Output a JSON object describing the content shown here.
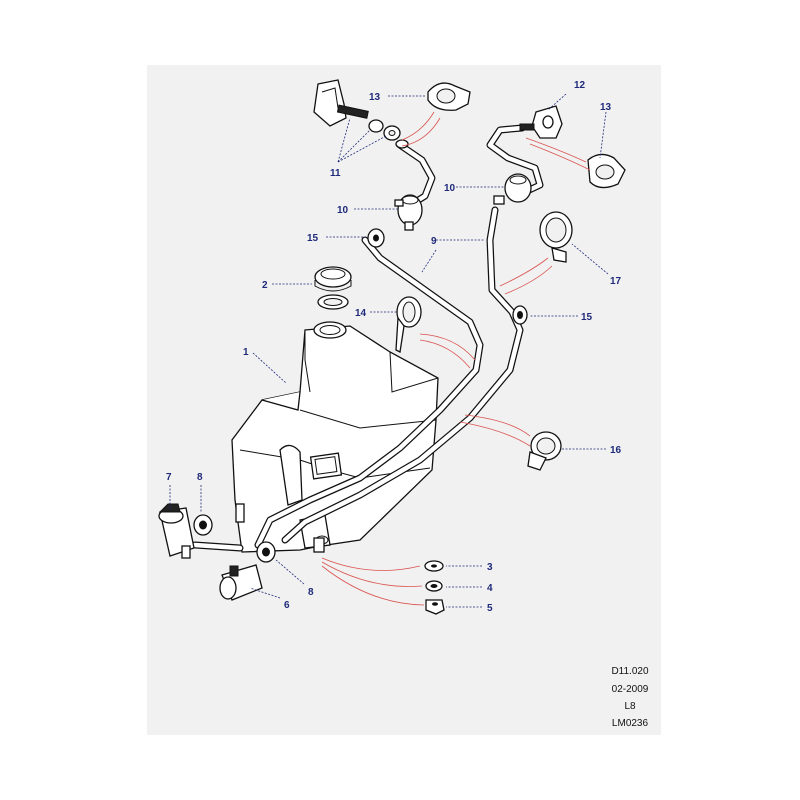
{
  "callouts": [
    {
      "number": "1"
    },
    {
      "number": "2"
    },
    {
      "number": "3"
    },
    {
      "number": "4"
    },
    {
      "number": "5"
    },
    {
      "number": "6"
    },
    {
      "number": "7"
    },
    {
      "number": "8"
    },
    {
      "number": "8"
    },
    {
      "number": "9"
    },
    {
      "number": "10"
    },
    {
      "number": "10"
    },
    {
      "number": "11"
    },
    {
      "number": "12"
    },
    {
      "number": "13"
    },
    {
      "number": "13"
    },
    {
      "number": "14"
    },
    {
      "number": "15"
    },
    {
      "number": "15"
    },
    {
      "number": "16"
    },
    {
      "number": "17"
    }
  ],
  "reference": {
    "code": "D11.020",
    "date": "02-2009",
    "model": "L8",
    "drawing_id": "LM0236"
  },
  "colors": {
    "callout": "#1f2a7a",
    "link_lines": "#d9534f",
    "frame": "#f1f1f1"
  }
}
